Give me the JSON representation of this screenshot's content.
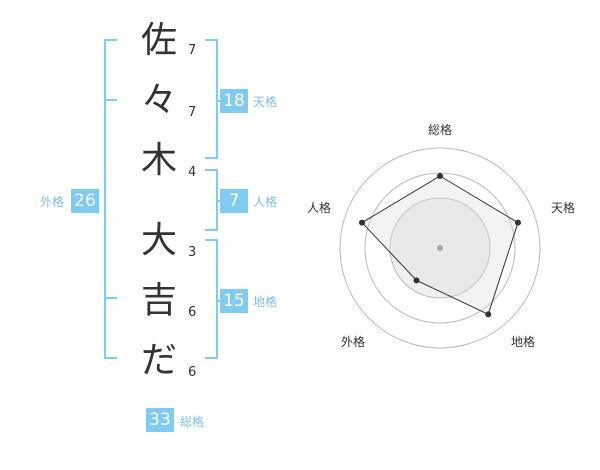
{
  "name": {
    "chars": [
      {
        "char": "佐",
        "strokes": "7"
      },
      {
        "char": "々",
        "strokes": "7"
      },
      {
        "char": "木",
        "strokes": "4"
      },
      {
        "char": "大",
        "strokes": "3"
      },
      {
        "char": "吉",
        "strokes": "6"
      },
      {
        "char": "だ",
        "strokes": "6"
      }
    ]
  },
  "kaku": {
    "tenkaku": {
      "value": "18",
      "label": "天格"
    },
    "jinkaku": {
      "value": "7",
      "label": "人格"
    },
    "chikaku": {
      "value": "15",
      "label": "地格"
    },
    "gaikaku": {
      "value": "26",
      "label": "外格"
    },
    "soukaku": {
      "value": "33",
      "label": "総格"
    }
  },
  "chart_data": {
    "type": "radar",
    "axes": [
      "総格",
      "天格",
      "地格",
      "外格",
      "人格"
    ],
    "values": [
      0.72,
      0.82,
      0.82,
      0.4,
      0.82
    ],
    "rings": 4,
    "colors": {
      "ring": "#bbbbbb",
      "fill": "#f0f0f0",
      "line": "#333333",
      "center": "#aaaaaa"
    }
  },
  "colors": {
    "accent": "#7fcbf2",
    "bracket": "#7fcbf2",
    "text": "#333333"
  }
}
